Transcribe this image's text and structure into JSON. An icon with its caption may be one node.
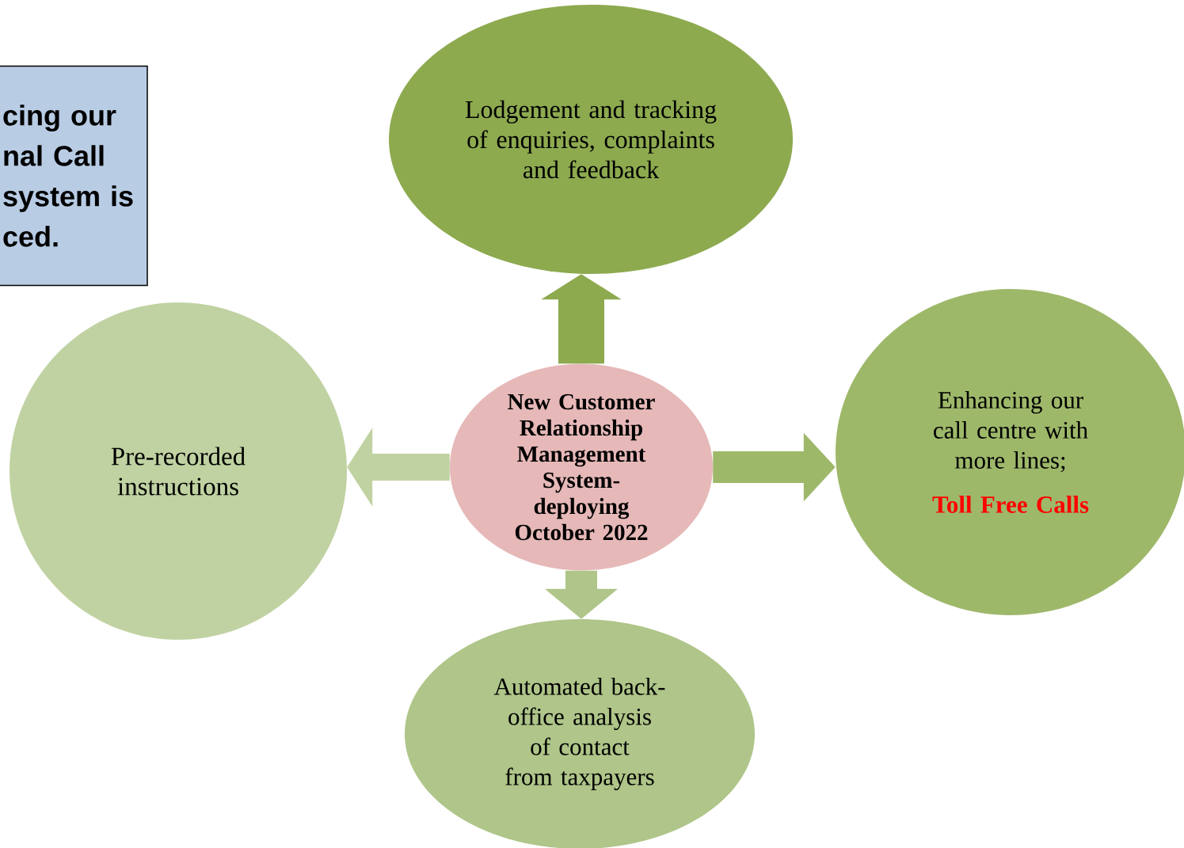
{
  "diagram": {
    "nodes": [
      {
        "text": [
          "cing our nal Call system is ced."
        ]
      },
      {
        "text": [
          "Lodgement and tracking of enquiries, complaints and feedback"
        ]
      },
      {
        "text": [
          "Pre-recorded instructions"
        ]
      },
      {
        "text": [
          "New Customer Relationship Management System- deploying October 2022"
        ]
      },
      {
        "text": [
          "Enhancing our call centre with more lines;",
          "Toll Free Calls"
        ]
      },
      {
        "text": [
          "Automated back- office analysis of contact from taxpayers"
        ]
      }
    ],
    "edges": [
      {
        "from": 3,
        "to": 1,
        "arrow": "to",
        "color": "#8daa4f"
      },
      {
        "from": 3,
        "to": 4,
        "arrow": "to",
        "color": "#9eb86a"
      },
      {
        "from": 3,
        "to": 5,
        "arrow": "to",
        "color": "#afc589"
      },
      {
        "from": 3,
        "to": 2,
        "arrow": "to",
        "color": "#c0d2a2"
      }
    ]
  }
}
